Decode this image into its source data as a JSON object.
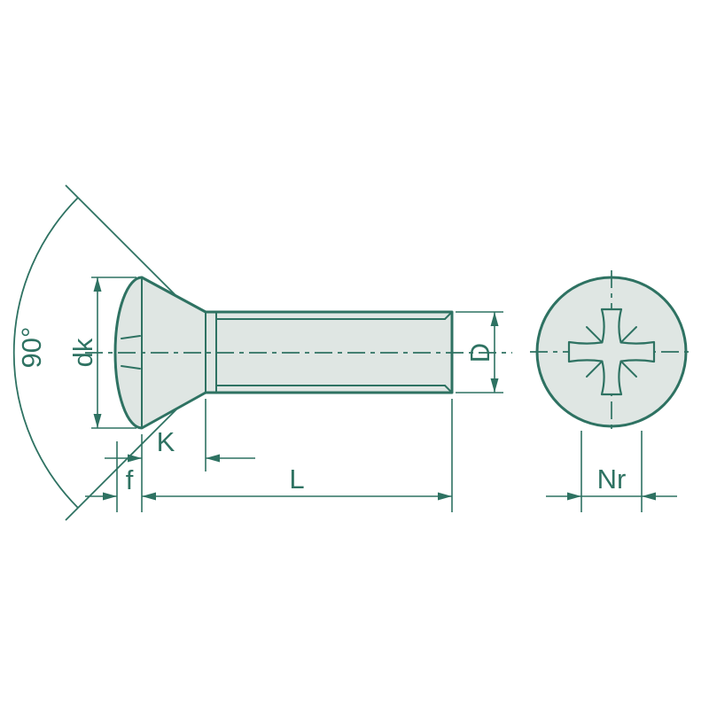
{
  "diagram": {
    "labels": {
      "angle": "90°",
      "head_diameter": "dk",
      "head_height": "K",
      "edge_height": "f",
      "length": "L",
      "shank_diameter": "D",
      "recess_size": "Nr"
    },
    "colors": {
      "stroke": "#2e7262",
      "fill": "#dfe6e3",
      "background": "#ffffff"
    }
  }
}
